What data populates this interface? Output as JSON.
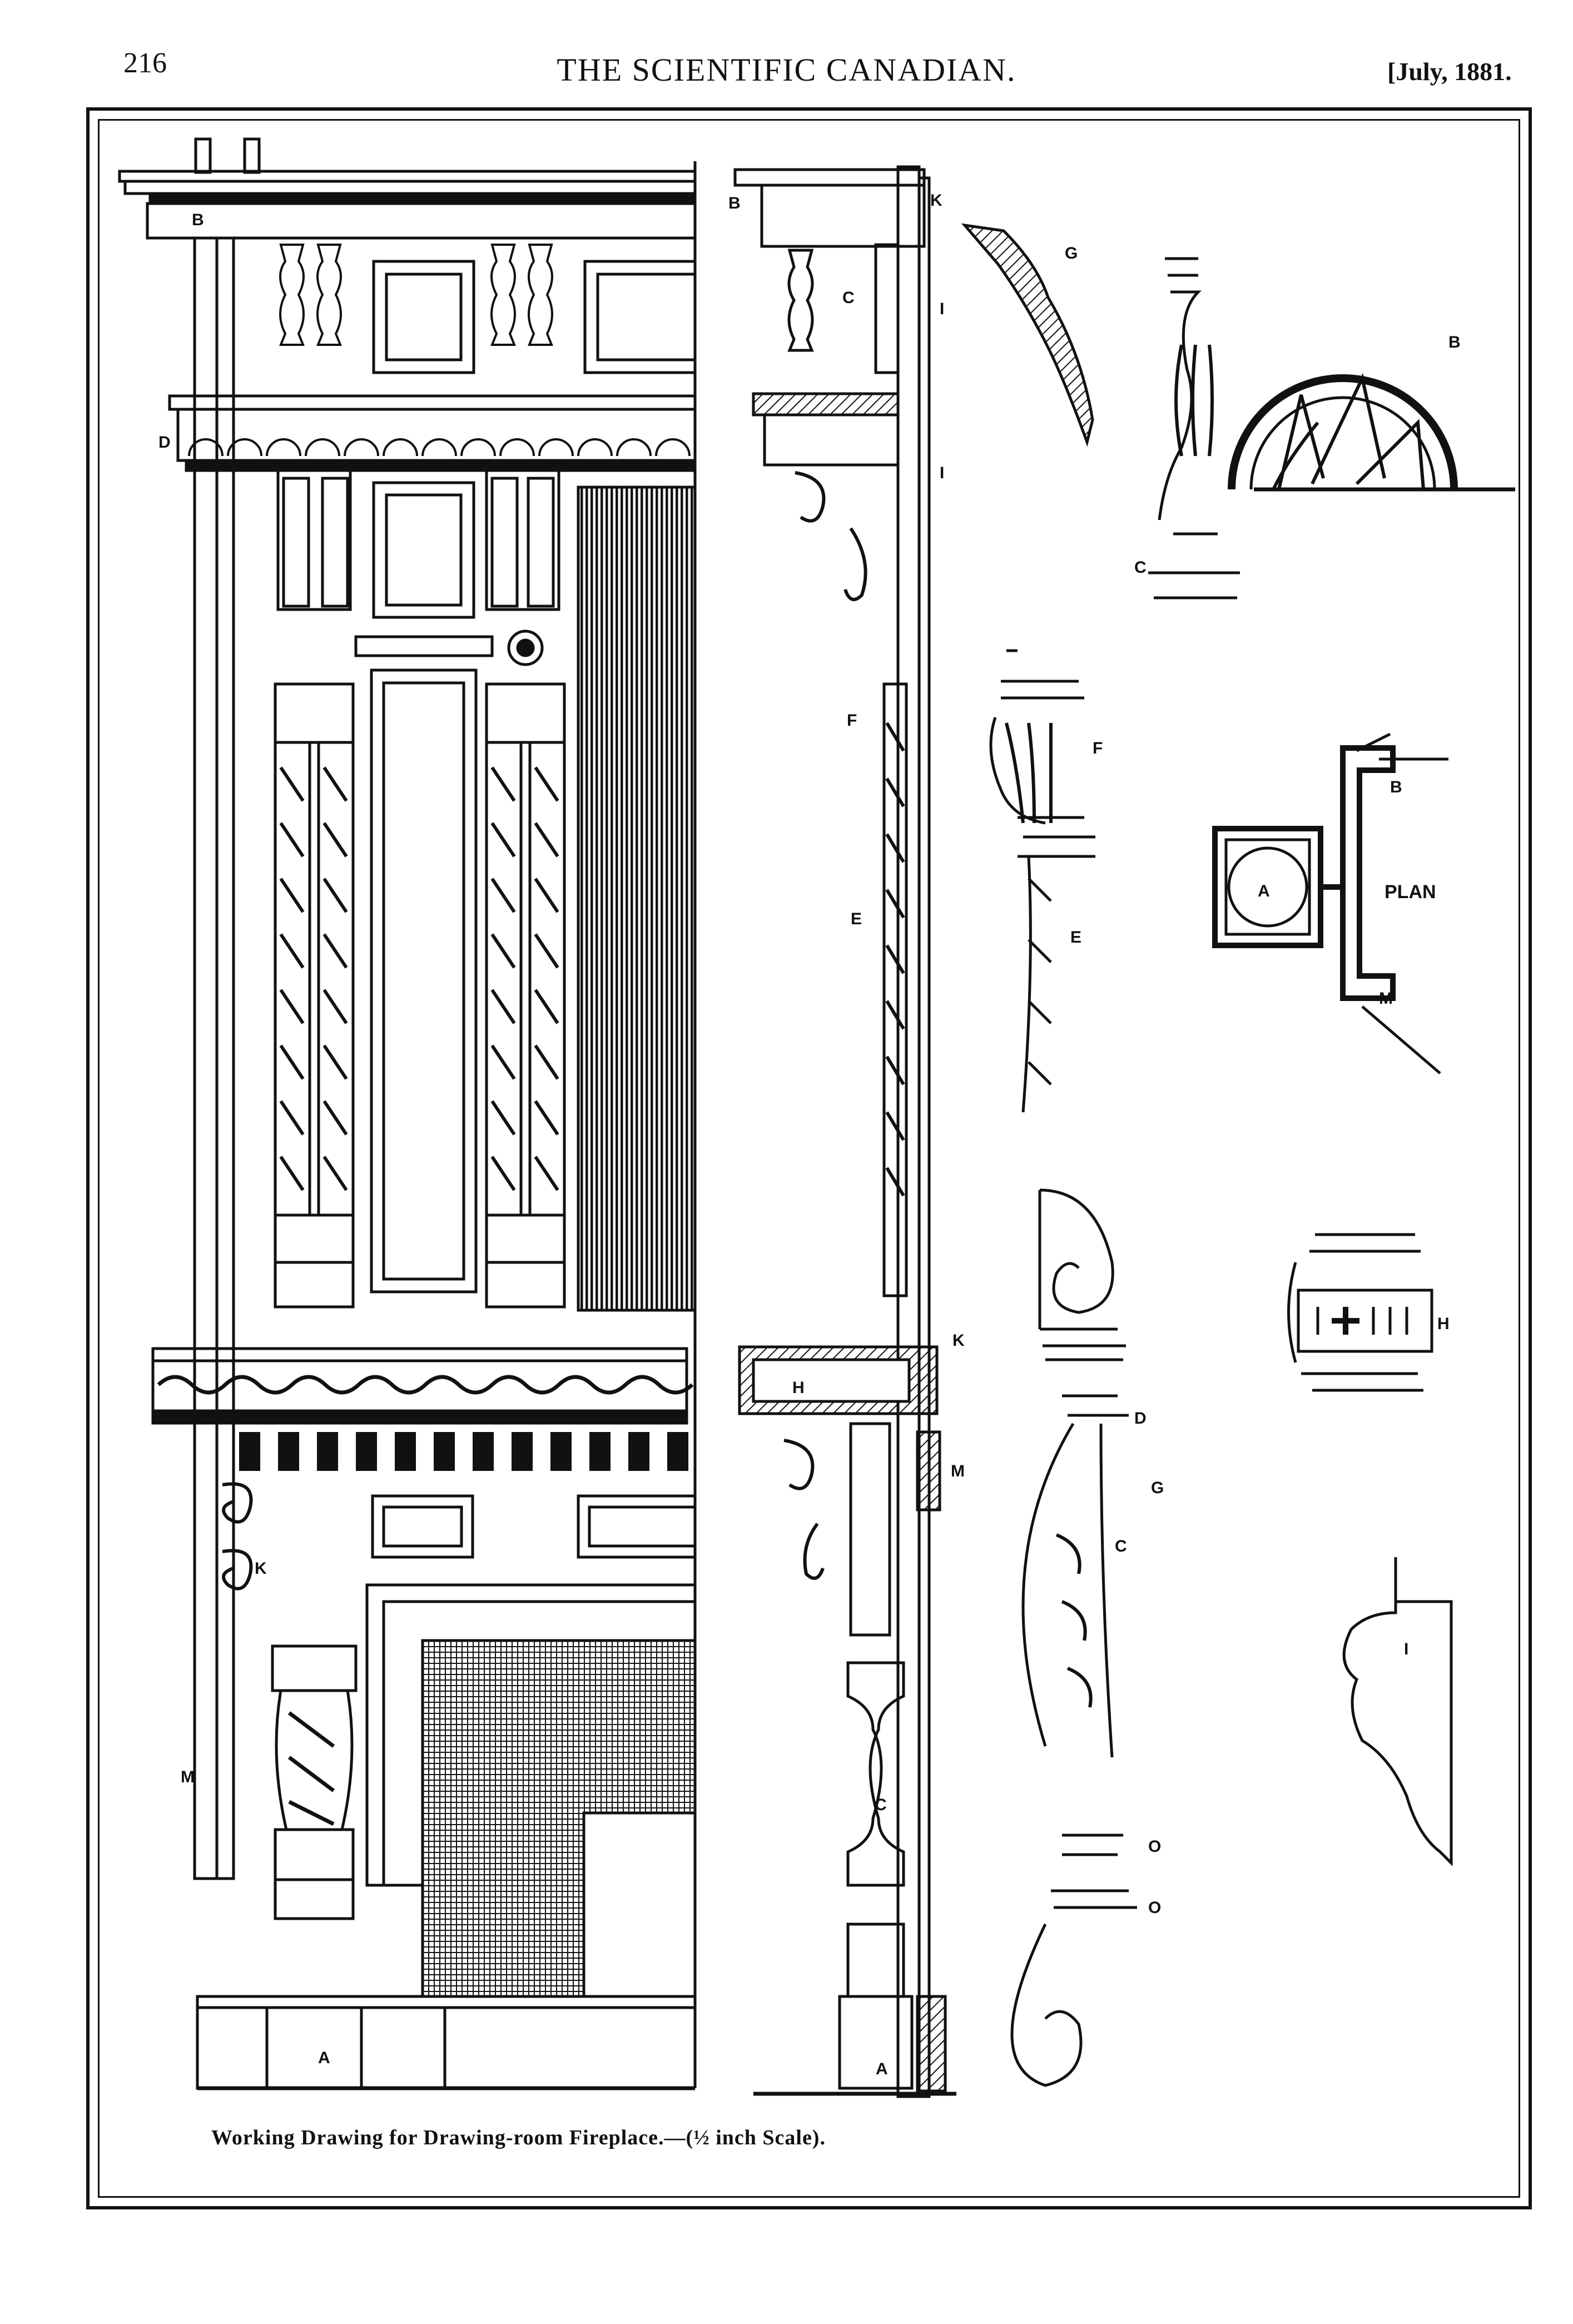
{
  "header": {
    "page_number": "216",
    "journal_title": "THE SCIENTIFIC CANADIAN.",
    "date": "[July, 1881."
  },
  "caption": "Working Drawing for Drawing-room Fireplace.—(½ inch Scale).",
  "labels": {
    "elevation": {
      "B": "B",
      "D": "D",
      "K": "K",
      "M": "M",
      "A": "A"
    },
    "section": {
      "B": "B",
      "K_top": "K",
      "C_upper": "C",
      "I_1": "I",
      "I_2": "I",
      "F": "F",
      "E": "E",
      "K_mid": "K",
      "H": "H",
      "M": "M",
      "C_lower": "C",
      "A": "A"
    },
    "details": {
      "G": "G",
      "B_rosette": "B",
      "C_pillar": "C",
      "F": "F",
      "E": "E",
      "A_plan": "A",
      "PLAN": "PLAN",
      "B_plan": "B",
      "M_plan": "M",
      "H": "H",
      "D": "D",
      "G_1": "G",
      "C_spiral": "C",
      "O_1": "O",
      "O_2": "O",
      "I": "I"
    }
  }
}
